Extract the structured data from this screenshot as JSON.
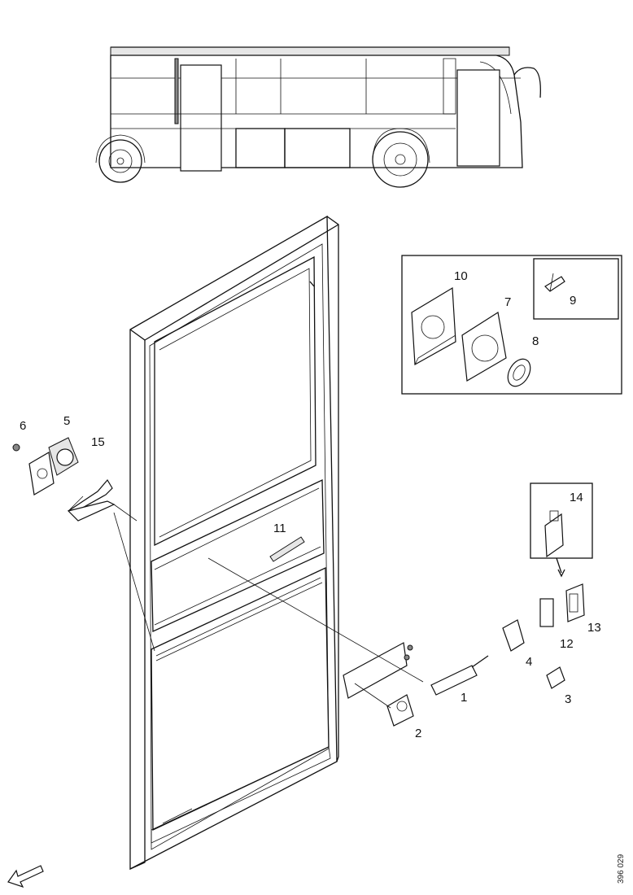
{
  "callouts": {
    "c1": "1",
    "c2": "2",
    "c3": "3",
    "c4": "4",
    "c5": "5",
    "c6": "6",
    "c7": "7",
    "c8": "8",
    "c9": "9",
    "c10": "10",
    "c11": "11",
    "c12": "12",
    "c13": "13",
    "c14": "14",
    "c15": "15"
  },
  "drawing_ref": "396 029"
}
